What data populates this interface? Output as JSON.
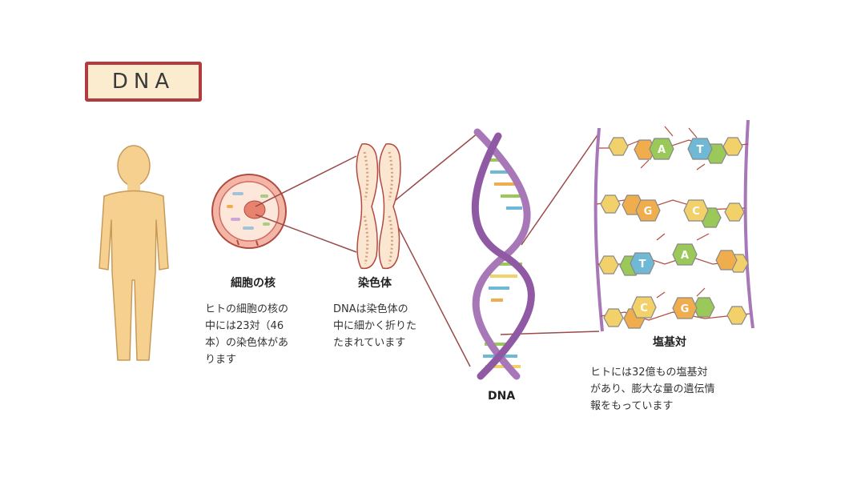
{
  "title": "DNA",
  "cell": {
    "label": "細胞の核",
    "description": "ヒトの細胞の核の\n中には23対（46\n本）の染色体があ\nります"
  },
  "chromosome": {
    "label": "染色体",
    "description": "DNAは染色体の\n中に細かく折りた\nたまれています"
  },
  "dna": {
    "label": "DNA"
  },
  "base_pairs": {
    "label": "塩基対",
    "description": "ヒトには32億もの塩基対\nがあり、膨大な量の遺伝情\n報をもっています",
    "rows": [
      [
        "A",
        "T"
      ],
      [
        "G",
        "C"
      ],
      [
        "T",
        "A"
      ],
      [
        "C",
        "G"
      ]
    ]
  },
  "colors": {
    "title_border": "#b33a3f",
    "title_fill": "#fbeccf",
    "body_skin": "#f5d08e",
    "connector": "#9a4a4a",
    "backbone": "#a777b8",
    "A": "#9ac95a",
    "T": "#6fb9d6",
    "G": "#f0ad4e",
    "C": "#f2d16b"
  }
}
